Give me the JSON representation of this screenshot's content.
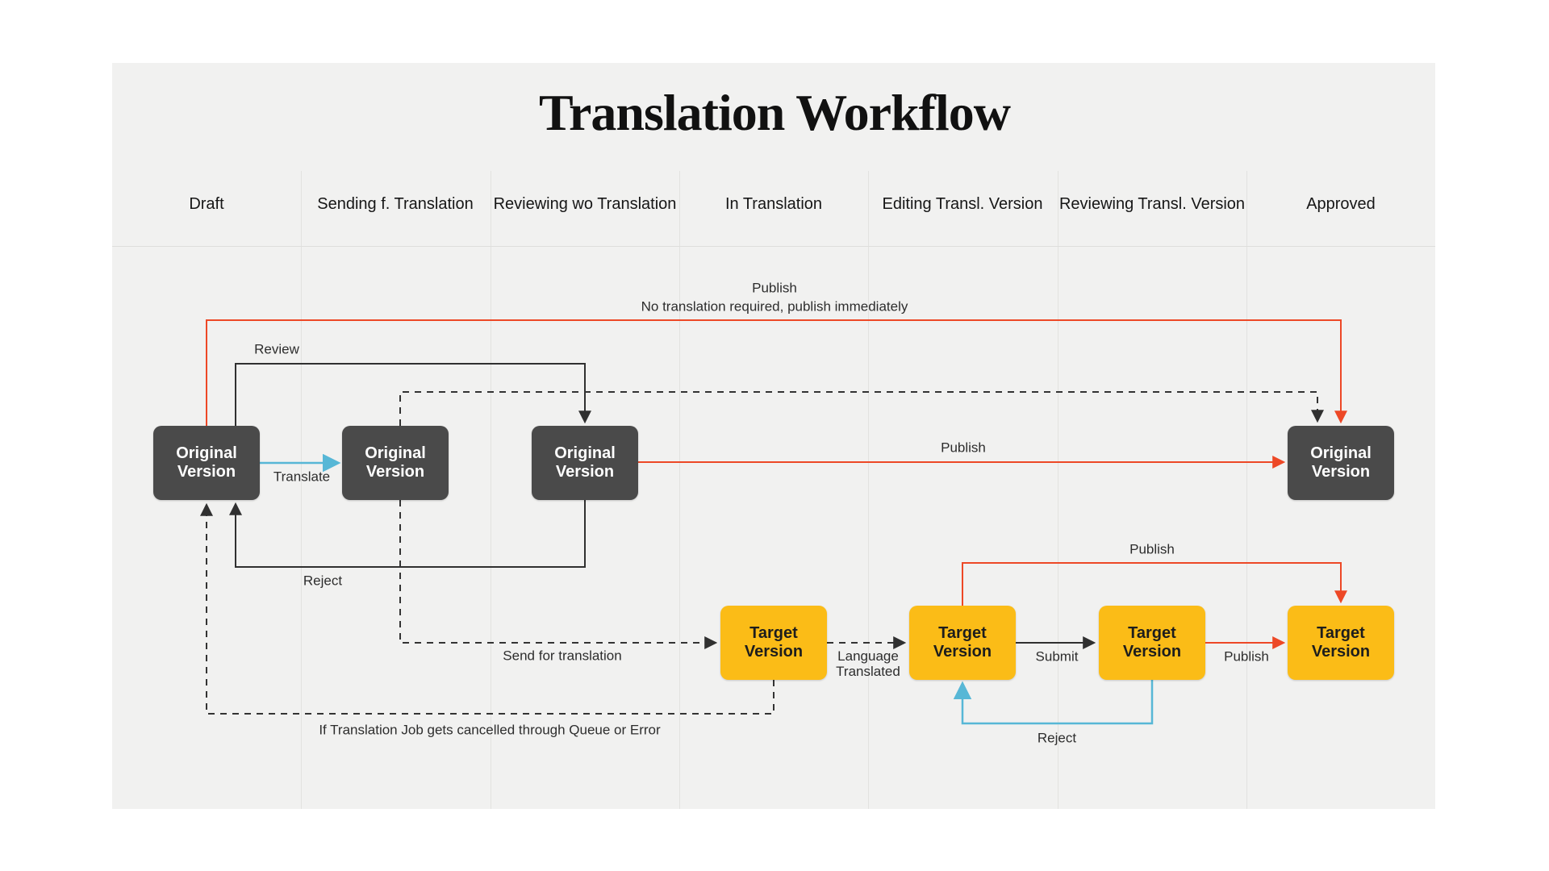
{
  "title": "Translation Workflow",
  "lanes": [
    {
      "label": "Draft"
    },
    {
      "label": "Sending f. Translation"
    },
    {
      "label": "Reviewing wo Translation"
    },
    {
      "label": "In Translation"
    },
    {
      "label": "Editing Transl. Version"
    },
    {
      "label": "Reviewing Transl. Version"
    },
    {
      "label": "Approved"
    }
  ],
  "nodes": [
    {
      "id": "original-draft",
      "label": "Original Version",
      "type": "original",
      "lane": "Draft"
    },
    {
      "id": "original-sending",
      "label": "Original Version",
      "type": "original",
      "lane": "Sending f. Translation"
    },
    {
      "id": "original-reviewing",
      "label": "Original Version",
      "type": "original",
      "lane": "Reviewing wo Translation"
    },
    {
      "id": "original-approved",
      "label": "Original Version",
      "type": "original",
      "lane": "Approved"
    },
    {
      "id": "target-in-translation",
      "label": "Target Version",
      "type": "target",
      "lane": "In Translation"
    },
    {
      "id": "target-editing",
      "label": "Target Version",
      "type": "target",
      "lane": "Editing Transl. Version"
    },
    {
      "id": "target-reviewing",
      "label": "Target Version",
      "type": "target",
      "lane": "Reviewing Transl. Version"
    },
    {
      "id": "target-approved",
      "label": "Target Version",
      "type": "target",
      "lane": "Approved"
    }
  ],
  "edges": {
    "publish_immediately": {
      "label_line1": "Publish",
      "label_line2": "No translation required, publish immediately",
      "style": "solid",
      "color": "#ed4826"
    },
    "review": {
      "label": "Review",
      "style": "solid",
      "color": "#303030"
    },
    "translate": {
      "label": "Translate",
      "style": "solid",
      "color": "#57b7d6"
    },
    "publish_original": {
      "label": "Publish",
      "style": "solid",
      "color": "#ed4826"
    },
    "reject_original": {
      "label": "Reject",
      "style": "solid",
      "color": "#303030"
    },
    "to_approved_dashed": {
      "label": "",
      "style": "dashed",
      "color": "#333333"
    },
    "send_for_translation": {
      "label": "Send for translation",
      "style": "dashed",
      "color": "#333333"
    },
    "cancelled": {
      "label": "If Translation Job gets cancelled through Queue or Error",
      "style": "dashed",
      "color": "#333333"
    },
    "language_translated": {
      "label": "Language Translated",
      "style": "dashed",
      "color": "#333333"
    },
    "submit": {
      "label": "Submit",
      "style": "solid",
      "color": "#303030"
    },
    "publish_editing": {
      "label": "Publish",
      "style": "solid",
      "color": "#ed4826"
    },
    "publish_reviewing": {
      "label": "Publish",
      "style": "solid",
      "color": "#ed4826"
    },
    "reject_target": {
      "label": "Reject",
      "style": "solid",
      "color": "#57b7d6"
    }
  },
  "colors": {
    "canvas_background": "#f1f1f0",
    "page_background": "#ffffff",
    "lane_divider": "#e2e2e0",
    "node_original": "#4a4a4a",
    "node_target": "#fbbc17",
    "arrow_red": "#ed4826",
    "arrow_blue": "#57b7d6",
    "arrow_black": "#303030"
  }
}
